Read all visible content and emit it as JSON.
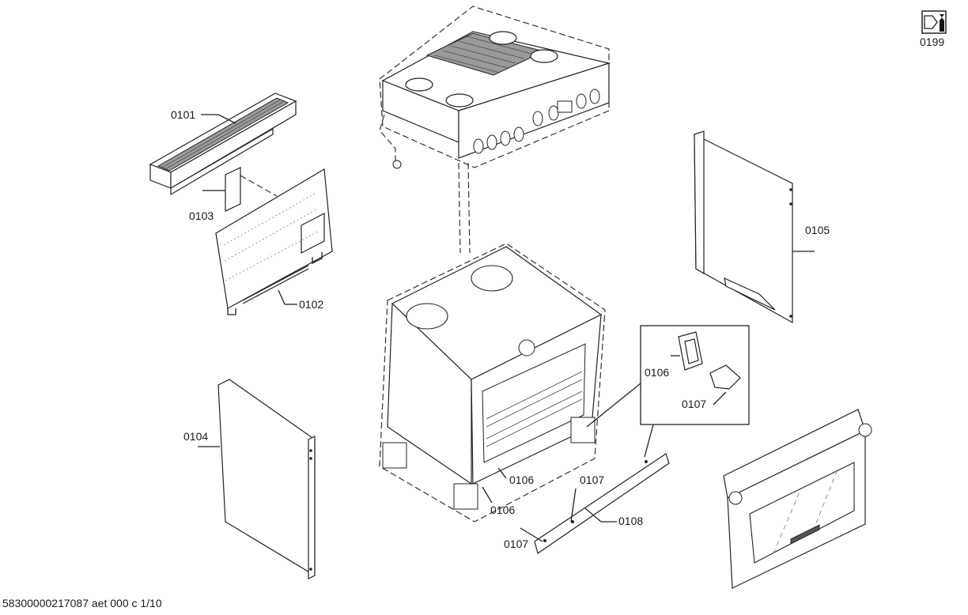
{
  "labels": {
    "p0101": "0101",
    "p0102": "0102",
    "p0103": "0103",
    "p0104": "0104",
    "p0105": "0105",
    "p0106_detail": "0106",
    "p0107_detail": "0107",
    "p0106_a": "0106",
    "p0106_b": "0106",
    "p0107_a": "0107",
    "p0107_b": "0107",
    "p0108": "0108",
    "p0199": "0199"
  },
  "footer": "58300000217087 aet 000 c 1/10",
  "icons": {
    "service": "service-wrench-icon"
  }
}
